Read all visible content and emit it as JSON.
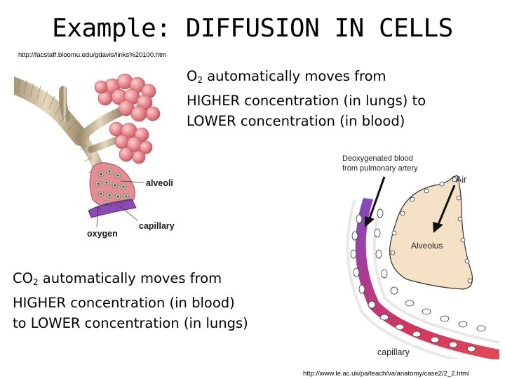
{
  "slide": {
    "title": "Example: DIFFUSION IN CELLS",
    "source_url_1": "http://facstaff.bloomu.edu/gdavis/links%20100.htm",
    "source_url_2": "http://www.le.ac.uk/pa/teach/va/anatomy/case2/2_2.html"
  },
  "o2_text": {
    "molecule": "O",
    "subscript": "2",
    "line1_rest": " automatically moves from",
    "line2": "HIGHER concentration (in lungs) to",
    "line3": "LOWER concentration (in blood)"
  },
  "co2_text": {
    "molecule": "CO",
    "subscript": "2",
    "line1_rest": " automatically moves from",
    "line2": "HIGHER concentration (in blood)",
    "line3": "to LOWER concentration (in lungs)"
  },
  "figure_lungs": {
    "labels": {
      "alveoli": "alveoli",
      "capillary": "capillary",
      "oxygen": "oxygen"
    }
  },
  "figure_alveolus": {
    "labels": {
      "deoxygenated_line1": "Deoxygenated blood",
      "deoxygenated_line2": "from pulmonary artery",
      "air": "Air",
      "alveolus": "Alveolus",
      "capillary": "capillary"
    }
  },
  "colors": {
    "alveoli_pink": "#e8848a",
    "bronchi_tan": "#c9b79a",
    "alveolus_fill": "#f5e2c6",
    "blood_red": "#d8345a",
    "blood_purple": "#8a4cc0"
  }
}
